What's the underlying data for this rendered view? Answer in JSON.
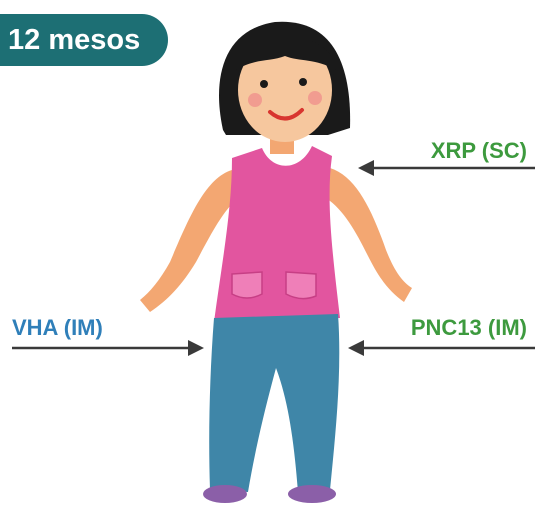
{
  "badge": {
    "age": "12 mesos"
  },
  "vaccines": {
    "xrp": {
      "label": "XRP (SC)",
      "color": "#3d9a3e"
    },
    "vha": {
      "label": "VHA (IM)",
      "color": "#2f7fb9"
    },
    "pnc13": {
      "label": "PNC13 (IM)",
      "color": "#3d9a3e"
    }
  },
  "colors": {
    "badge": "#1d6f74",
    "arrow": "#3a3a3a",
    "hair": "#1a1a1a",
    "skin": "#f3a772",
    "top": "#e2559f",
    "jeans": "#3f86a8",
    "shoes": "#8b5fa8"
  }
}
